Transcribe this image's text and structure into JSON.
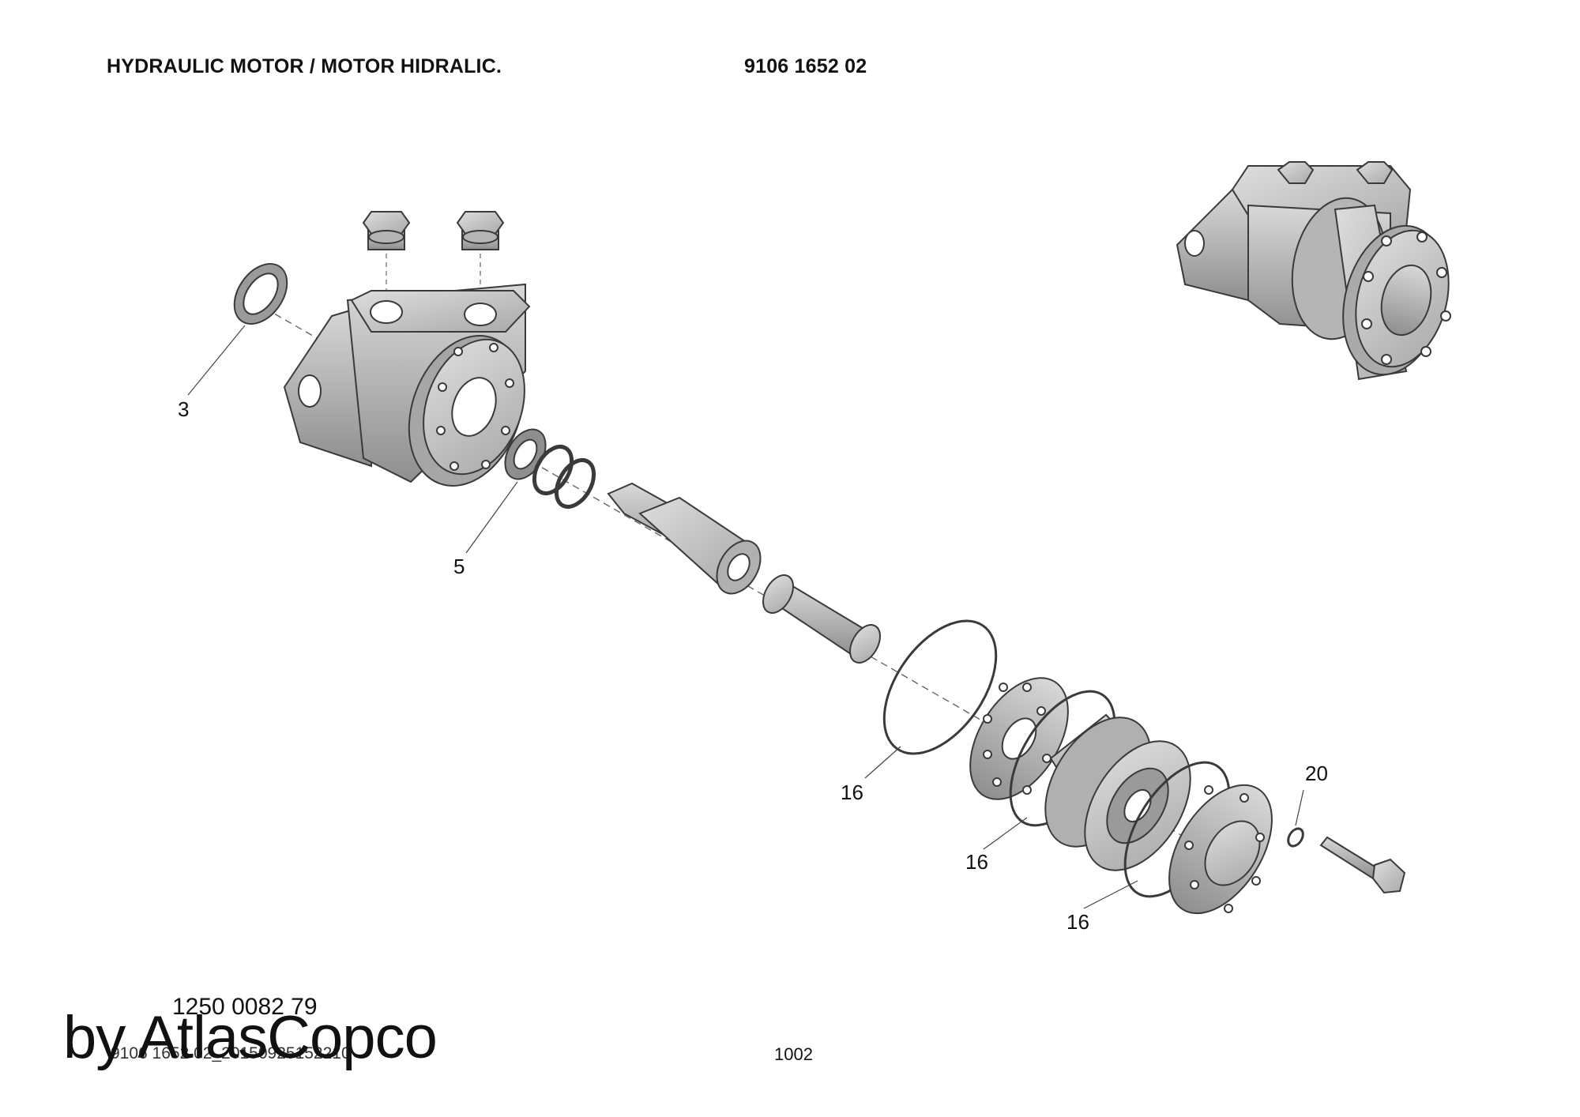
{
  "header": {
    "title": "HYDRAULIC MOTOR / MOTOR HIDRALIC.",
    "part_number": "9106 1652 02"
  },
  "callouts": [
    {
      "id": "c3",
      "label": "3"
    },
    {
      "id": "c5",
      "label": "5"
    },
    {
      "id": "c16a",
      "label": "16"
    },
    {
      "id": "c16b",
      "label": "16"
    },
    {
      "id": "c16c",
      "label": "16"
    },
    {
      "id": "c20",
      "label": "20"
    }
  ],
  "footer": {
    "reference": "1250 0082 79",
    "brand": "by AtlasCopco",
    "file_name": "9106 1652 02_20150925152210",
    "page": "1002"
  },
  "colors": {
    "part_fill": "#c8c8c8",
    "part_dark": "#8e8e8e",
    "outline": "#3a3a3a",
    "text": "#111111"
  }
}
